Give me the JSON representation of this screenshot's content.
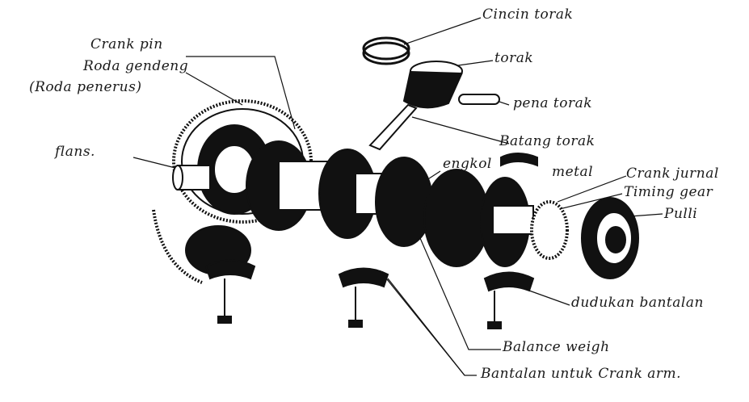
{
  "labels": {
    "cincin_torak": "Cincin torak",
    "torak": "torak",
    "pena_torak": "pena torak",
    "batang_torak": "Batang torak",
    "crank_pin": "Crank pin",
    "roda_gendeng": "Roda gendeng",
    "roda_penerus": "(Roda penerus)",
    "flans": "flans.",
    "engkol": "engkol",
    "metal": "metal",
    "crank_jurnal": "Crank jurnal",
    "timing_gear": "Timing gear",
    "pulli": "Pulli",
    "dudukan_bantalan": "dudukan bantalan",
    "balance_weigh": "Balance weigh",
    "bantalan_crank_arm": "Bantalan untuk Crank arm."
  },
  "colors": {
    "ink": "#111111",
    "paper": "#ffffff"
  }
}
